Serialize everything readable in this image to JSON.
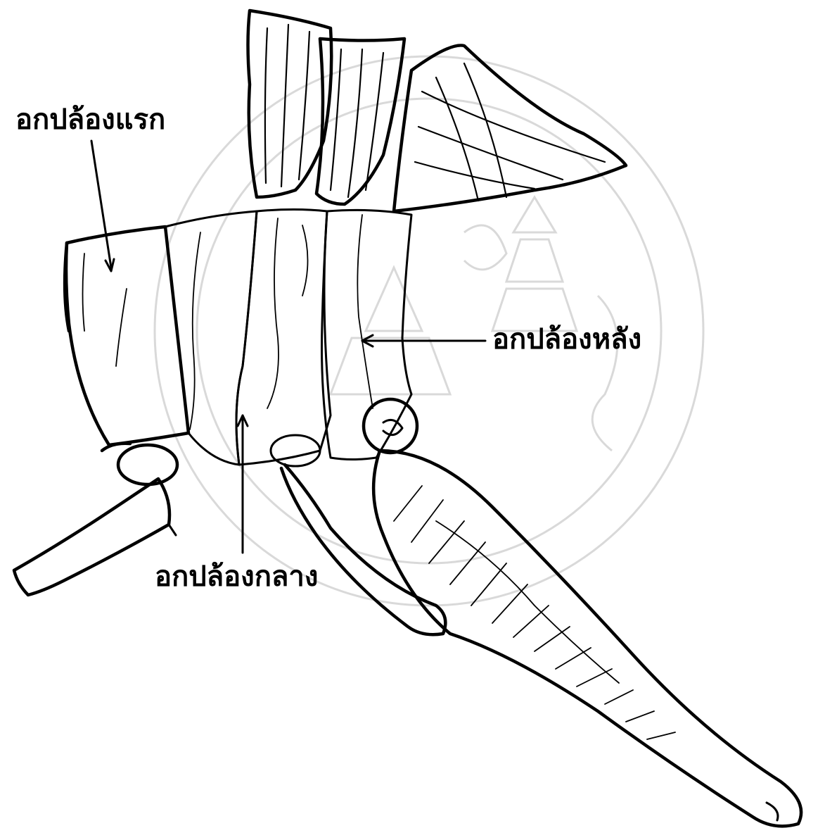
{
  "labels": {
    "prothorax": "อกปล้องแรก",
    "metathorax": "อกปล้องหลัง",
    "mesothorax": "อกปล้องกลาง"
  },
  "colors": {
    "ink": "#000000",
    "background": "#ffffff",
    "watermark": "#d9d9d9"
  }
}
